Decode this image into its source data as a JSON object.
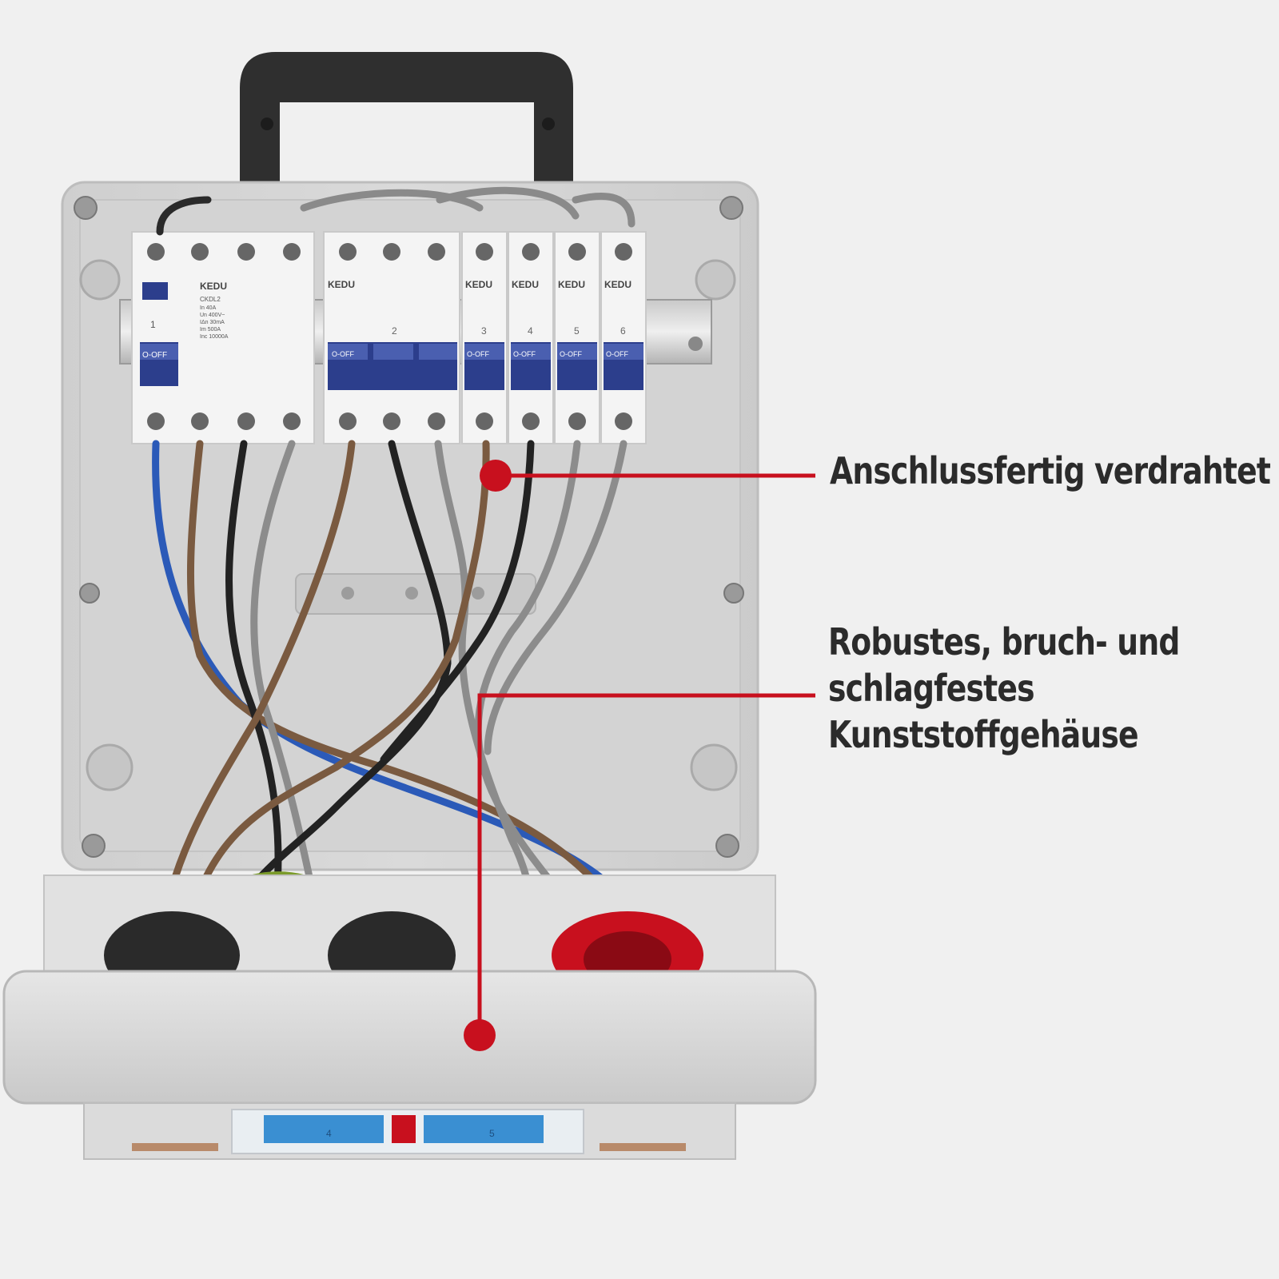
{
  "callouts": {
    "wired": {
      "text": "Anschlussfertig verdrahtet"
    },
    "housing": {
      "lines": [
        "Robustes, bruch- und",
        "schlagfestes",
        "Kunststoffgehäuse"
      ]
    }
  },
  "breakers": {
    "brand": "KEDU",
    "rcd": {
      "number": "1",
      "model": "CKDL2",
      "specs": [
        "In 40A",
        "Un 400V~",
        "IΔn 30mA",
        "Im 500A",
        "Inc 10000A"
      ],
      "switch": "O-OFF"
    },
    "mcbs": [
      {
        "number": "2",
        "switch": "O-OFF"
      },
      {
        "number": "3",
        "switch": "O-OFF"
      },
      {
        "number": "4",
        "switch": "O-OFF"
      },
      {
        "number": "5",
        "switch": "O-OFF"
      },
      {
        "number": "6",
        "switch": "O-OFF"
      }
    ]
  },
  "bottom_labels": [
    "4",
    "5"
  ],
  "colors": {
    "accent_red": "#c8101e",
    "text": "#2b2b2b",
    "background": "#f0f0f0",
    "housing": "#d8d8d8",
    "breaker_blue": "#2c3e8c"
  }
}
